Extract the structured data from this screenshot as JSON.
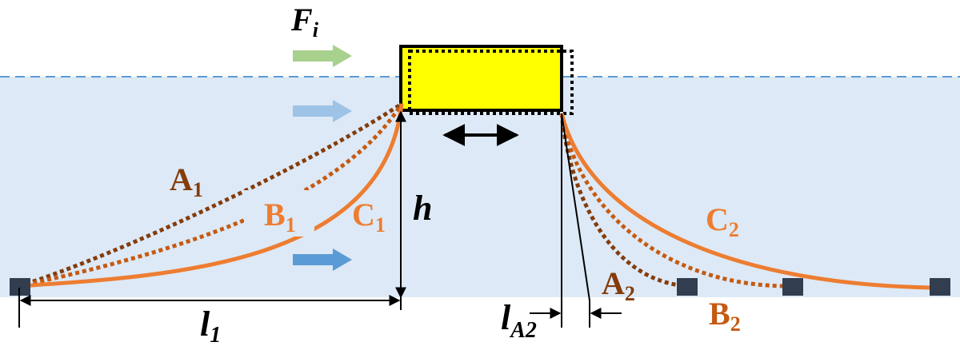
{
  "labels": {
    "force": {
      "main": "F",
      "sub": "i"
    },
    "height": "h",
    "span1": {
      "main": "l",
      "sub": "1"
    },
    "spanA2": {
      "main": "l",
      "sub": "A2"
    },
    "A1": {
      "main": "A",
      "sub": "1"
    },
    "B1": {
      "main": "B",
      "sub": "1"
    },
    "C1": {
      "main": "C",
      "sub": "1"
    },
    "A2": {
      "main": "A",
      "sub": "2"
    },
    "B2": {
      "main": "B",
      "sub": "2"
    },
    "C2": {
      "main": "C",
      "sub": "2"
    }
  },
  "colors": {
    "water": "#dde9f6",
    "waterline": "#5b9bd5",
    "float_fill": "#ffff00",
    "float_stroke": "#000000",
    "line_C": "#ed7d31",
    "line_B": "#c55a11",
    "line_A": "#843c0c",
    "anchor": "#323e4f",
    "arrow_air": "#a9d18e",
    "arrow_mid": "#9dc3e6",
    "arrow_deep": "#5b9bd5",
    "label_A": "#843c0c",
    "label_BC": "#ed7d31",
    "label_B2": "#c55a11"
  },
  "icons": {
    "motion": "double-headed-arrow-icon",
    "anchor": "square-anchor-icon",
    "current": "right-arrow-icon"
  }
}
